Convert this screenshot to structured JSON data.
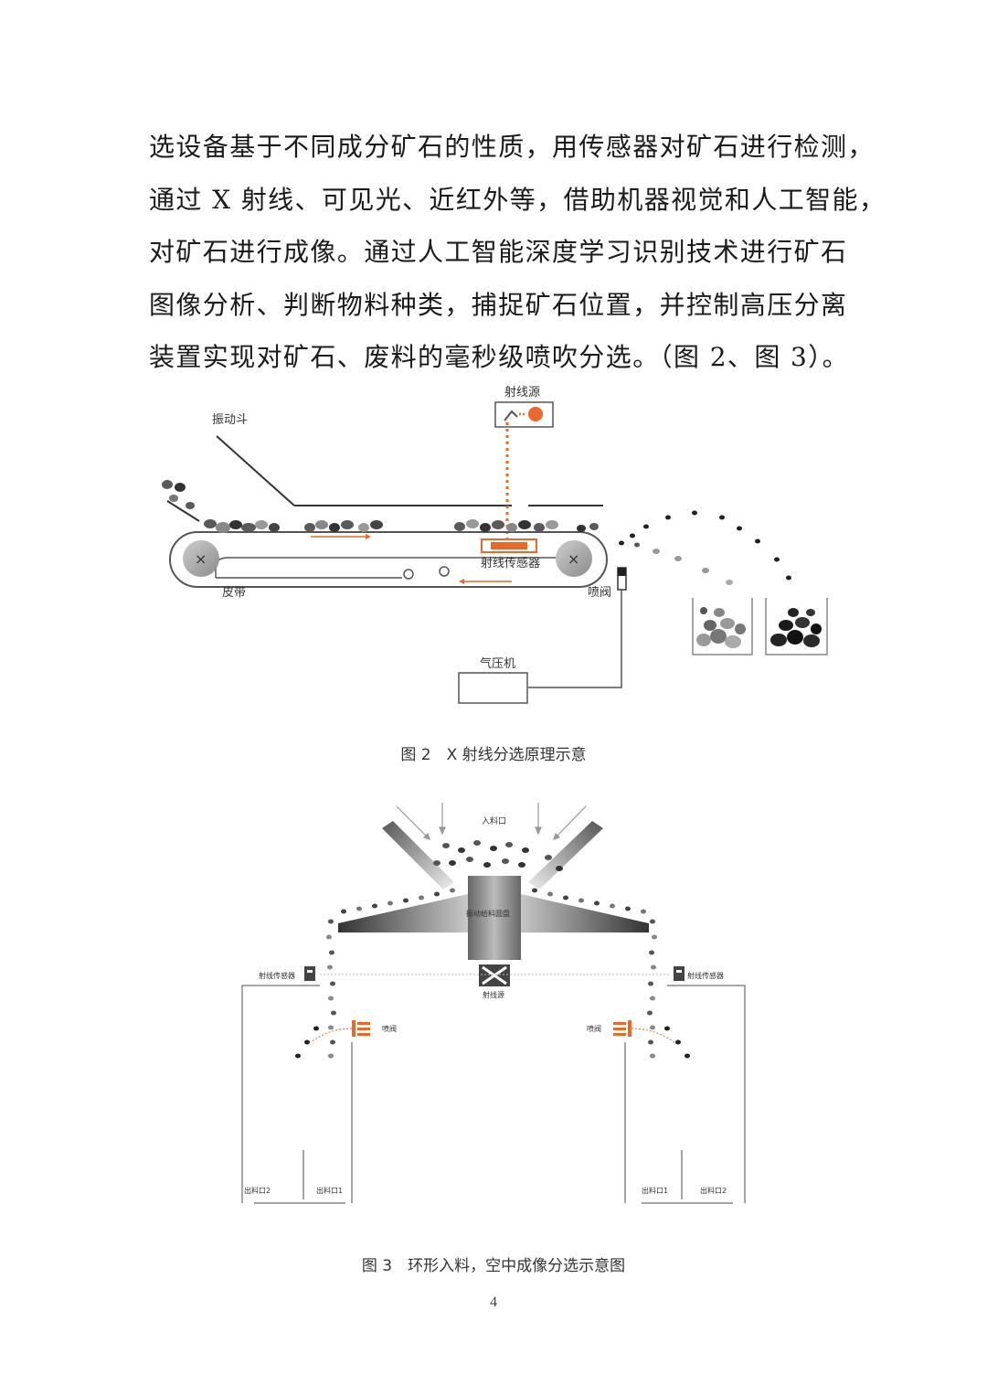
{
  "paragraph": {
    "lines": [
      "选设备基于不同成分矿石的性质，用传感器对矿石进行检测，",
      "通过 X 射线、可见光、近红外等，借助机器视觉和人工智能，",
      "对矿石进行成像。通过人工智能深度学习识别技术进行矿石",
      "图像分析、判断物料种类，捕捉矿石位置，并控制高压分离",
      "装置实现对矿石、废料的毫秒级喷吹分选。（图 2、图 3）。"
    ]
  },
  "figure2": {
    "caption": "图 2　X 射线分选原理示意",
    "labels": {
      "vibrating_hopper": "振动斗",
      "ray_source": "射线源",
      "ray_sensor": "射线传感器",
      "belt": "皮带",
      "valve": "喷阀",
      "compressor": "气压机"
    }
  },
  "figure3": {
    "caption": "图 3　环形入料，空中成像分选示意图",
    "labels": {
      "inlet": "入料口",
      "feeder": "振动给料圆盘",
      "ray_source": "射线源",
      "sensor_left": "射线传感器",
      "sensor_right": "射线传感器",
      "valve_left": "喷阀",
      "valve_right": "喷阀",
      "outlet_left_1": "出料口2",
      "outlet_left_2": "出料口1",
      "outlet_right_1": "出料口1",
      "outlet_right_2": "出料口2"
    }
  },
  "page_number": "4",
  "colors": {
    "accent": "#e8692a",
    "text": "#1a1a1a"
  }
}
